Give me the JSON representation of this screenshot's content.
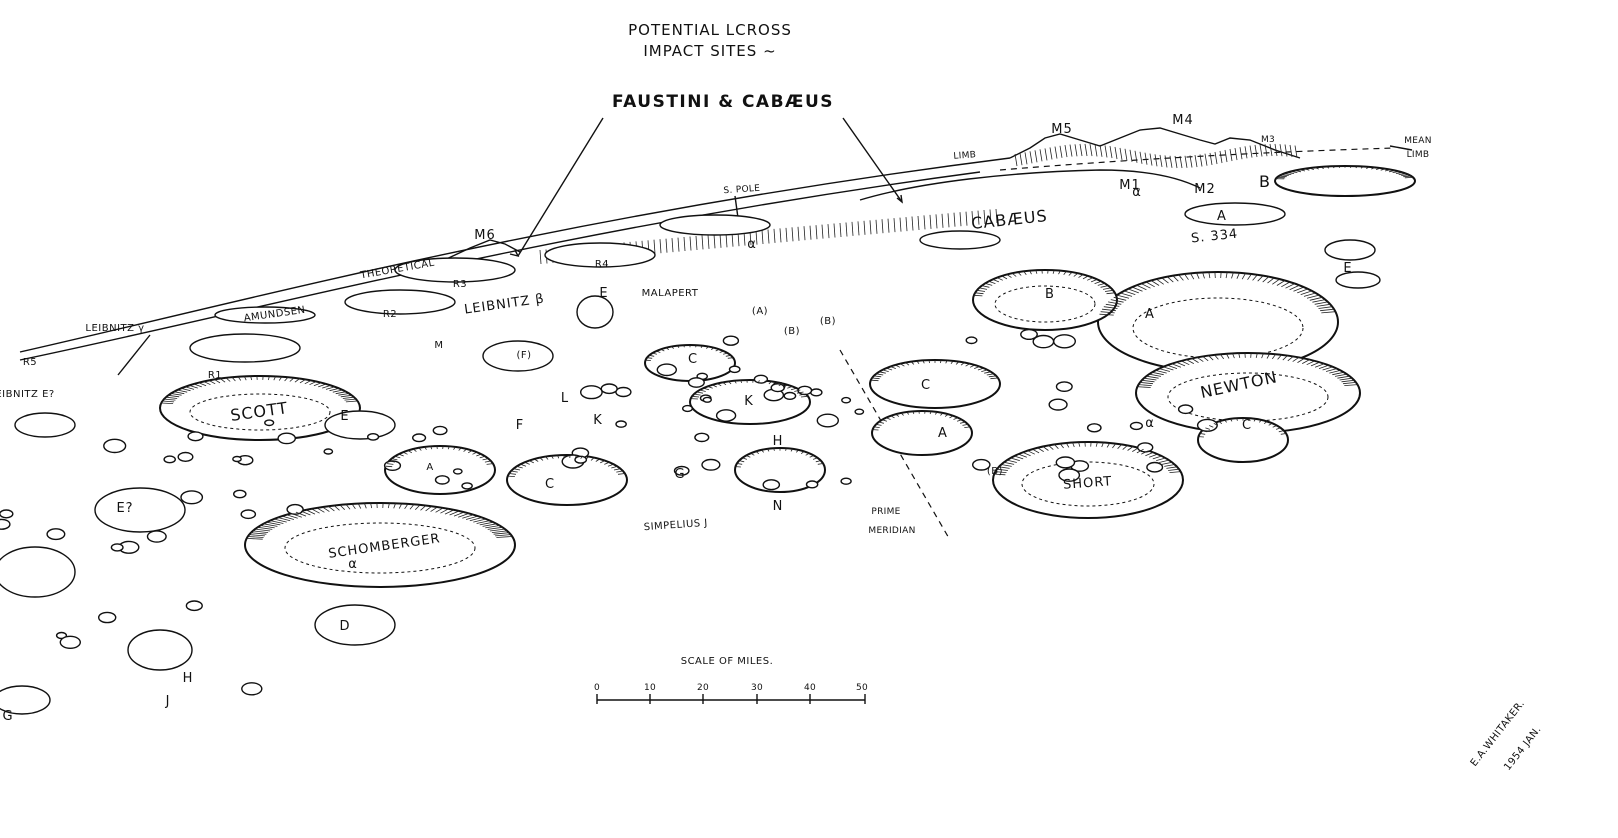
{
  "title": {
    "line1": "POTENTIAL LCROSS",
    "line2": "IMPACT SITES ~",
    "sites": "FAUSTINI & CABÆUS"
  },
  "features": {
    "cabaeus": "CABÆUS",
    "newton": "NEWTON",
    "scott": "SCOTT",
    "schomberger": "SCHOMBERGER",
    "short": "SHORT",
    "malapert": "MALAPERT",
    "amundsen": "AMUNDSEN",
    "leibnitz_beta": "LEIBNITZ β",
    "leibnitz_gamma": "LEIBNITZ γ",
    "leibnitz_e": "LEIBNITZ E?",
    "s_pole": "S. POLE",
    "theoretical": "THEORETICAL",
    "limb": "LIMB",
    "mean_limb_1": "MEAN",
    "mean_limb_2": "LIMB",
    "prime_1": "PRIME",
    "prime_2": "MERIDIAN",
    "simpelius": "SIMPELIUS J",
    "s334": "S. 334",
    "m1": "M1",
    "m2": "M2",
    "m3": "M3",
    "m4": "M4",
    "m5": "M5",
    "m6": "M6",
    "r1": "R1",
    "r2": "R2",
    "r3": "R3",
    "r4": "R4",
    "r5": "R5",
    "letters": {
      "a": "A",
      "b": "B",
      "c": "C",
      "d": "D",
      "e": "E",
      "f": "F",
      "g": "G",
      "h": "H",
      "j": "J",
      "k": "K",
      "l": "L",
      "m": "M",
      "n": "N",
      "e_q": "E?",
      "alpha": "α",
      "paren_b": "(B)",
      "paren_a": "(A)",
      "paren_f": "(F)"
    }
  },
  "scale": {
    "label": "SCALE OF MILES.",
    "ticks": [
      "0",
      "10",
      "20",
      "30",
      "40",
      "50"
    ]
  },
  "signature": {
    "name": "E.A.WHITAKER.",
    "date": "1954 JAN."
  }
}
